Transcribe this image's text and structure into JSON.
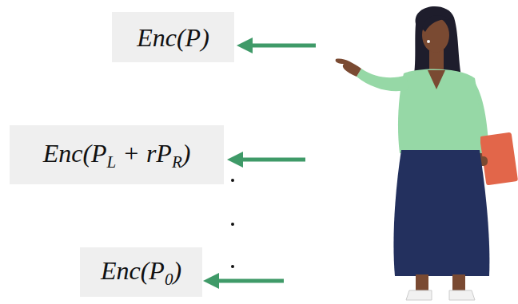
{
  "diagram": {
    "nodes": [
      {
        "text": [
          "Enc(P)"
        ]
      },
      {
        "text": [
          "Enc(PL + rPR)"
        ]
      },
      {
        "text": [
          "Enc(P0)"
        ]
      }
    ]
  }
}
